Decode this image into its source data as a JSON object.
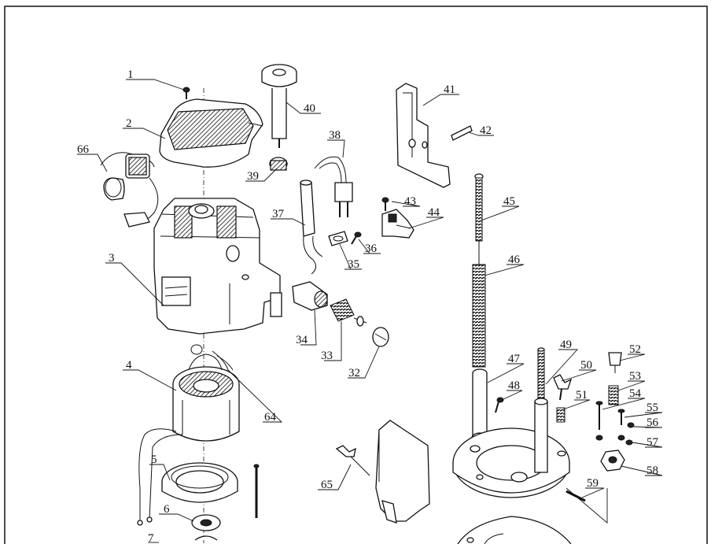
{
  "callouts": [
    {
      "id": "p1",
      "text": "1"
    },
    {
      "id": "p2",
      "text": "2"
    },
    {
      "id": "p3",
      "text": "3"
    },
    {
      "id": "p4",
      "text": "4"
    },
    {
      "id": "p5",
      "text": "5"
    },
    {
      "id": "p6",
      "text": "6"
    },
    {
      "id": "p7",
      "text": "7"
    },
    {
      "id": "p32",
      "text": "32"
    },
    {
      "id": "p33",
      "text": "33"
    },
    {
      "id": "p34",
      "text": "34"
    },
    {
      "id": "p35",
      "text": "35"
    },
    {
      "id": "p36",
      "text": "36"
    },
    {
      "id": "p37",
      "text": "37"
    },
    {
      "id": "p38",
      "text": "38"
    },
    {
      "id": "p39",
      "text": "39"
    },
    {
      "id": "p40",
      "text": "40"
    },
    {
      "id": "p41",
      "text": "41"
    },
    {
      "id": "p42",
      "text": "42"
    },
    {
      "id": "p43",
      "text": "43"
    },
    {
      "id": "p44",
      "text": "44"
    },
    {
      "id": "p45",
      "text": "45"
    },
    {
      "id": "p46",
      "text": "46"
    },
    {
      "id": "p47",
      "text": "47"
    },
    {
      "id": "p48",
      "text": "48"
    },
    {
      "id": "p49",
      "text": "49"
    },
    {
      "id": "p50",
      "text": "50"
    },
    {
      "id": "p51",
      "text": "51"
    },
    {
      "id": "p52",
      "text": "52"
    },
    {
      "id": "p53",
      "text": "53"
    },
    {
      "id": "p54",
      "text": "54"
    },
    {
      "id": "p55",
      "text": "55"
    },
    {
      "id": "p56",
      "text": "56"
    },
    {
      "id": "p57",
      "text": "57"
    },
    {
      "id": "p58",
      "text": "58"
    },
    {
      "id": "p59",
      "text": "59"
    },
    {
      "id": "p64",
      "text": "64"
    },
    {
      "id": "p65",
      "text": "65"
    },
    {
      "id": "p66",
      "text": "66"
    }
  ]
}
